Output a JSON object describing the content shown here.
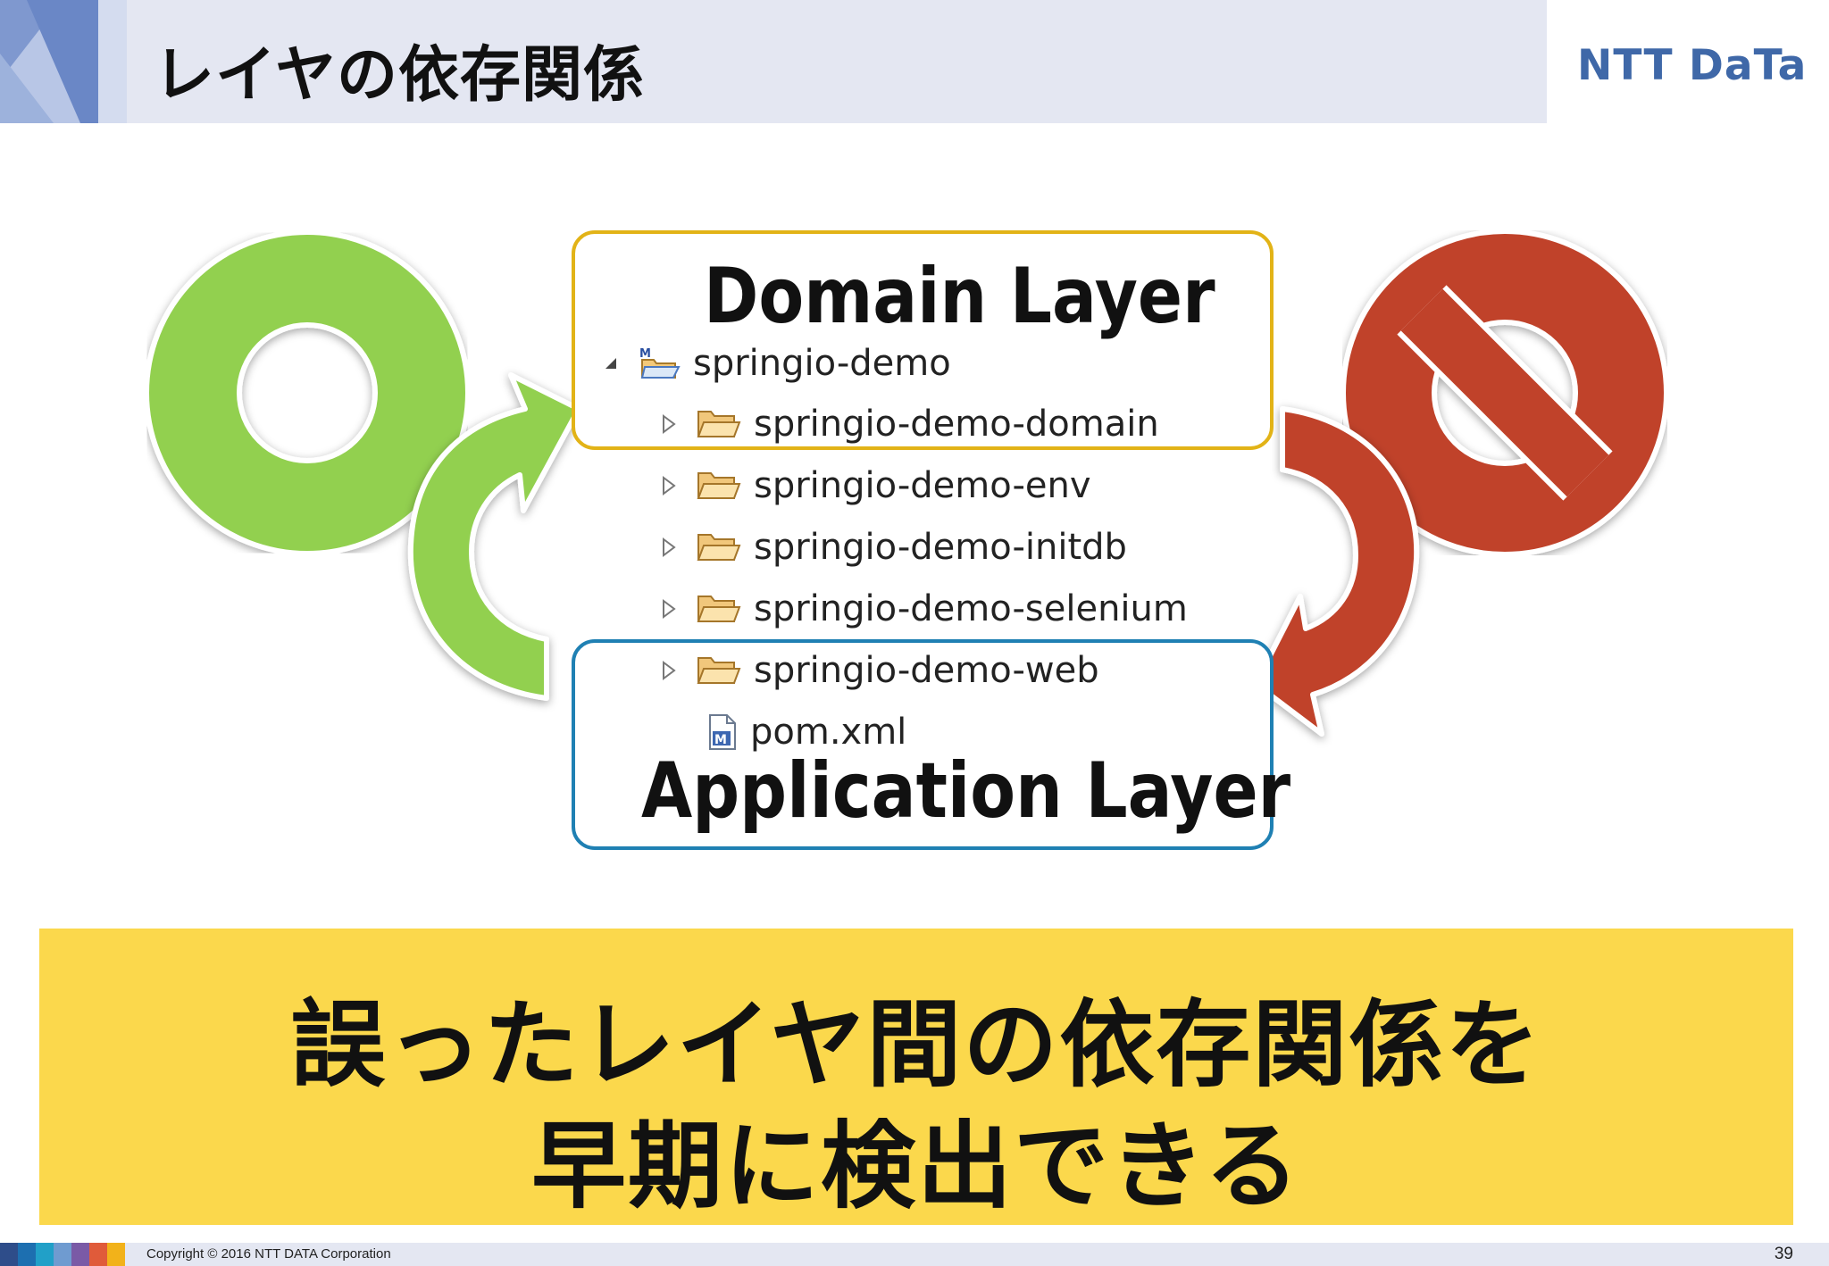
{
  "header": {
    "title": "レイヤの依存関係",
    "logo_text": "NTT DaTa"
  },
  "diagram": {
    "domain_layer_label": "Domain Layer",
    "application_layer_label": "Application Layer",
    "project_tree": {
      "root": "springio-demo",
      "items": [
        "springio-demo-domain",
        "springio-demo-env",
        "springio-demo-initdb",
        "springio-demo-selenium",
        "springio-demo-web",
        "pom.xml"
      ]
    },
    "colors": {
      "ok_green": "#92d050",
      "ng_red": "#c0432a",
      "domain_border": "#e2b317",
      "application_border": "#1f80b3"
    },
    "icons": {
      "ok_mark": "circle-icon",
      "ng_mark": "prohibited-icon",
      "allowed_direction": "curved-arrow-up-icon",
      "forbidden_direction": "curved-arrow-down-icon"
    }
  },
  "message": {
    "line1": "誤ったレイヤ間の依存関係を",
    "line2": "早期に検出できる"
  },
  "footer": {
    "copyright": "Copyright © 2016 NTT DATA Corporation",
    "page_number": "39"
  }
}
